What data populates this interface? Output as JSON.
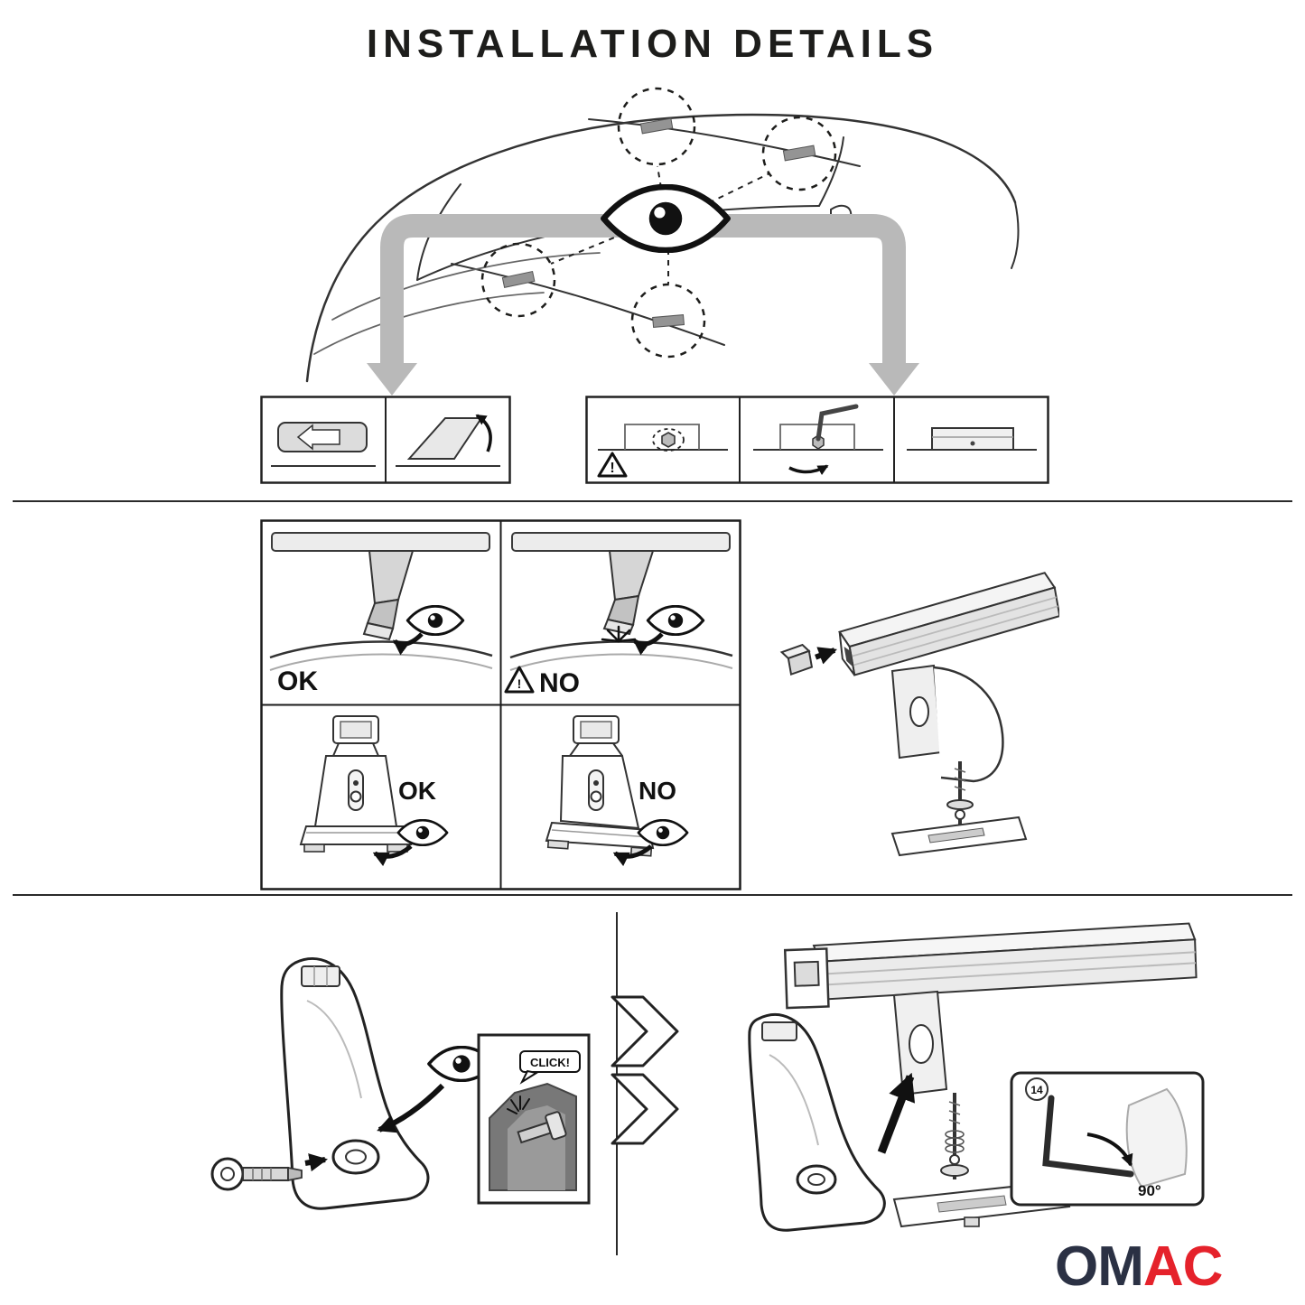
{
  "title": "INSTALLATION DETAILS",
  "colors": {
    "ink": "#1d1d1b",
    "line": "#2a2a2a",
    "gray_band": "#b9b9b9",
    "fill_light": "#ededed",
    "fill_mid": "#c9c9c9",
    "fill_dark": "#787878",
    "logo_navy": "#2b3144",
    "logo_red": "#e5222b"
  },
  "compare": {
    "bracket_ok": "OK",
    "bracket_no": "NO",
    "foot_ok": "OK",
    "foot_no": "NO",
    "warning_mark": "!"
  },
  "lock_step": {
    "click": "CLICK!"
  },
  "tighten_step": {
    "tool_size": "14",
    "angle": "90°"
  },
  "logo": {
    "left": "OM",
    "right": "AC"
  }
}
